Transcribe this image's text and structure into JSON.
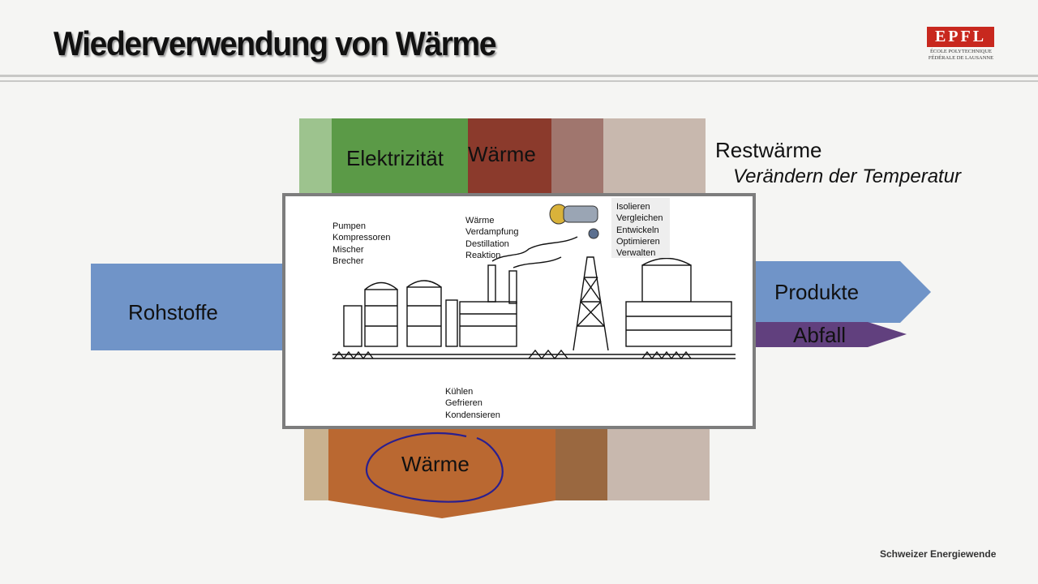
{
  "title": "Wiederverwendung von Wärme",
  "logo": {
    "letters": "EPFL",
    "line1": "ÉCOLE POLYTECHNIQUE",
    "line2": "FÉDÉRALE DE LAUSANNE"
  },
  "top_inputs": {
    "elektrizitaet": "Elektrizität",
    "waerme": "Wärme"
  },
  "restwaerme": {
    "label": "Restwärme",
    "sub": "Verändern der Temperatur"
  },
  "left_input": "Rohstoffe",
  "outputs": {
    "produkte": "Produkte",
    "abfall": "Abfall"
  },
  "bottom_output": "Wärme",
  "picture": {
    "mech_ops": [
      "Pumpen",
      "Kompressoren",
      "Mischer",
      "Brecher"
    ],
    "heat_ops": [
      "Wärme",
      "Verdampfung",
      "Destillation",
      "Reaktion"
    ],
    "mgmt_ops": [
      "Isolieren",
      "Vergleichen",
      "Entwickeln",
      "Optimieren",
      "Verwalten"
    ],
    "cool_ops": [
      "Kühlen",
      "Gefrieren",
      "Kondensieren"
    ]
  },
  "footer": "Schweizer Energiewende",
  "colors": {
    "green": "#5b9a47",
    "green_light": "#9dc38e",
    "brown_red": "#8b3a2c",
    "brown_mauve": "#a0766e",
    "beige": "#c8b8ae",
    "blue": "#7094c8",
    "purple": "#61407e",
    "orange": "#ba6831",
    "orange_dark": "#9a6840",
    "tan": "#c9b290",
    "annotation": "#2a1f8f"
  }
}
